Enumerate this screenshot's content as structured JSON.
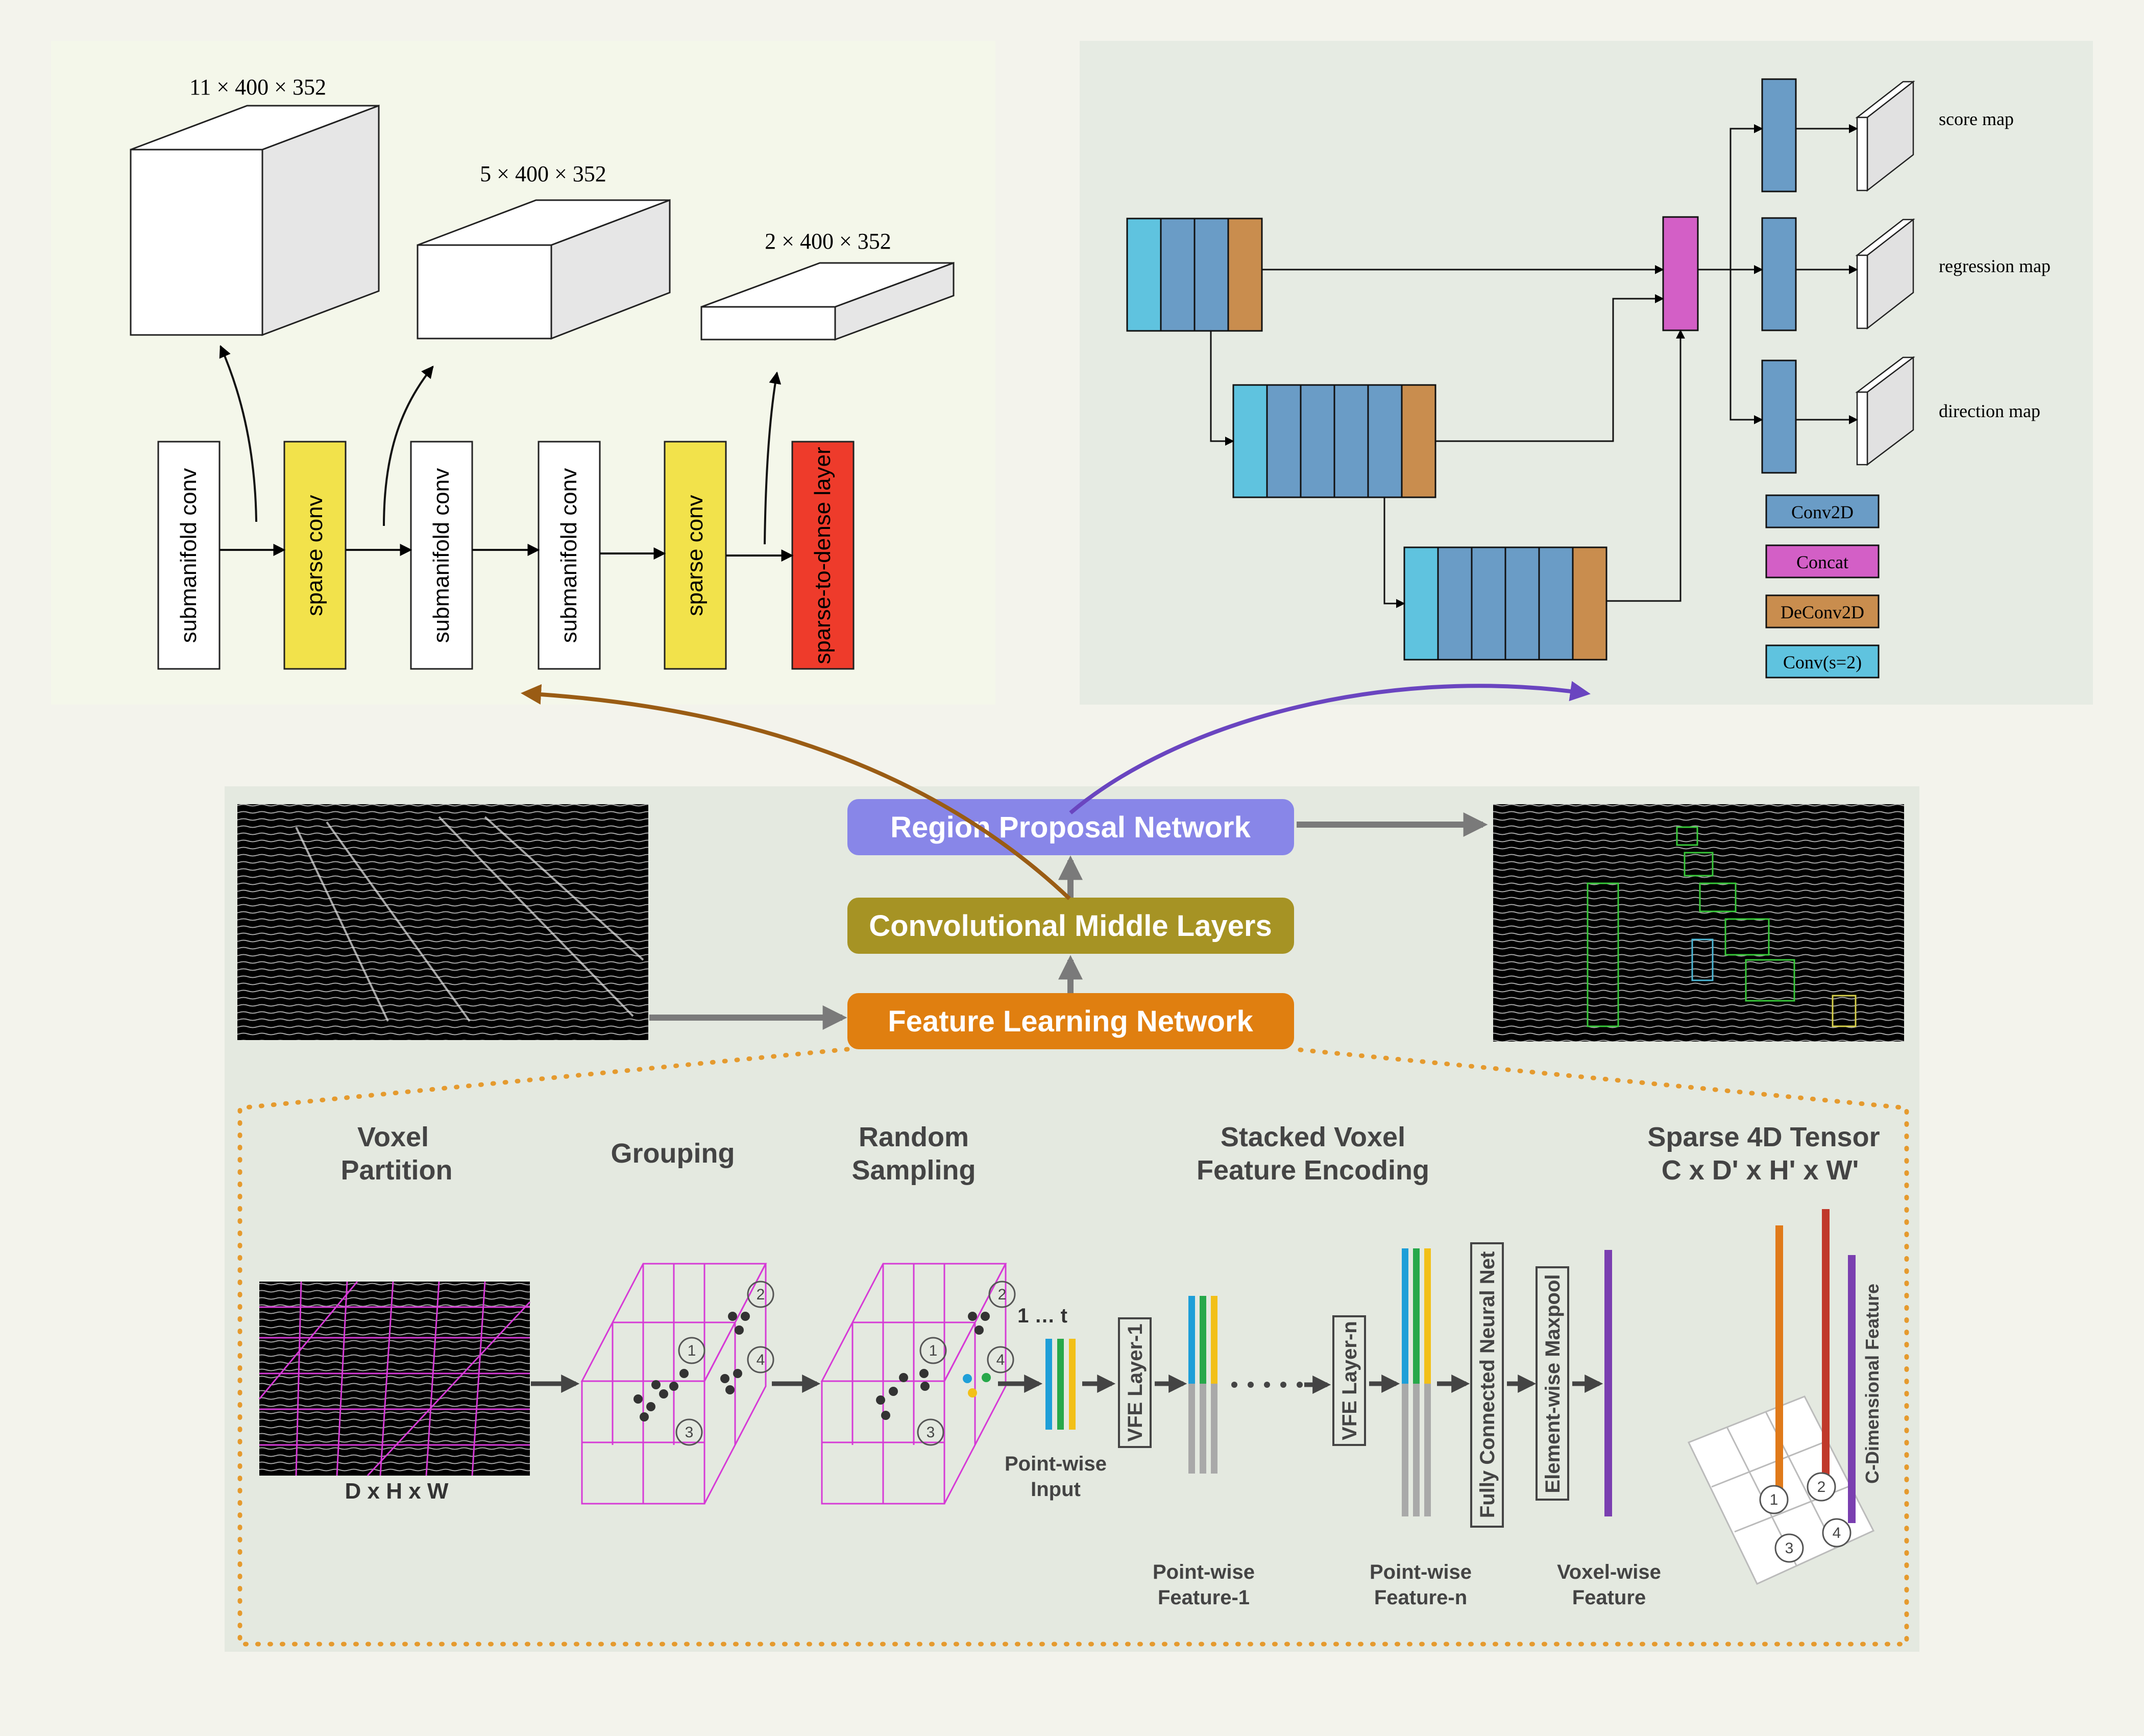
{
  "top_left": {
    "volume_labels": [
      "11 × 400 × 352",
      "5 × 400 × 352",
      "2 × 400 × 352"
    ],
    "layers": [
      "submanifold conv",
      "sparse conv",
      "submanifold conv",
      "submanifold conv",
      "sparse conv",
      "sparse-to-dense layer"
    ]
  },
  "top_right": {
    "outputs": [
      "score map",
      "regression map",
      "direction map"
    ],
    "legend": [
      "Conv2D",
      "Concat",
      "DeConv2D",
      "Conv(s=2)"
    ]
  },
  "pipeline": {
    "rpn": "Region Proposal Network",
    "cml": "Convolutional Middle Layers",
    "fln": "Feature Learning Network"
  },
  "feature_learning": {
    "steps": [
      [
        "Voxel",
        "Partition"
      ],
      [
        "Grouping"
      ],
      [
        "Random",
        "Sampling"
      ],
      [
        "Stacked Voxel",
        "Feature Encoding"
      ],
      [
        "Sparse 4D Tensor",
        "C x D' x H' x W'"
      ]
    ],
    "dims": "D x H x W",
    "time_index": "1 … t",
    "point_input": [
      "Point-wise",
      "Input"
    ],
    "vfe1": "VFE Layer-1",
    "vfen": "VFE Layer-n",
    "fcn": "Fully Connected Neural Net",
    "maxpool": "Element-wise Maxpool",
    "pwf1": [
      "Point-wise",
      "Feature-1"
    ],
    "pwfn": [
      "Point-wise",
      "Feature-n"
    ],
    "vwf": [
      "Voxel-wise",
      "Feature"
    ],
    "cdim": "C-Dimensional Feature",
    "voxel_ids": [
      "1",
      "2",
      "3",
      "4"
    ]
  },
  "colors": {
    "conv2d": "#6a9cc6",
    "concat": "#d35fc6",
    "deconv": "#c98d4e",
    "conv_s2": "#5fc3df",
    "sparse": "#f2e24b",
    "dense": "#ee3b2b",
    "rpn": "#8886e8",
    "cml": "#a69324",
    "fln": "#e07f10",
    "brown_arrow": "#9a5c14",
    "purple_arrow": "#6a45c0"
  }
}
